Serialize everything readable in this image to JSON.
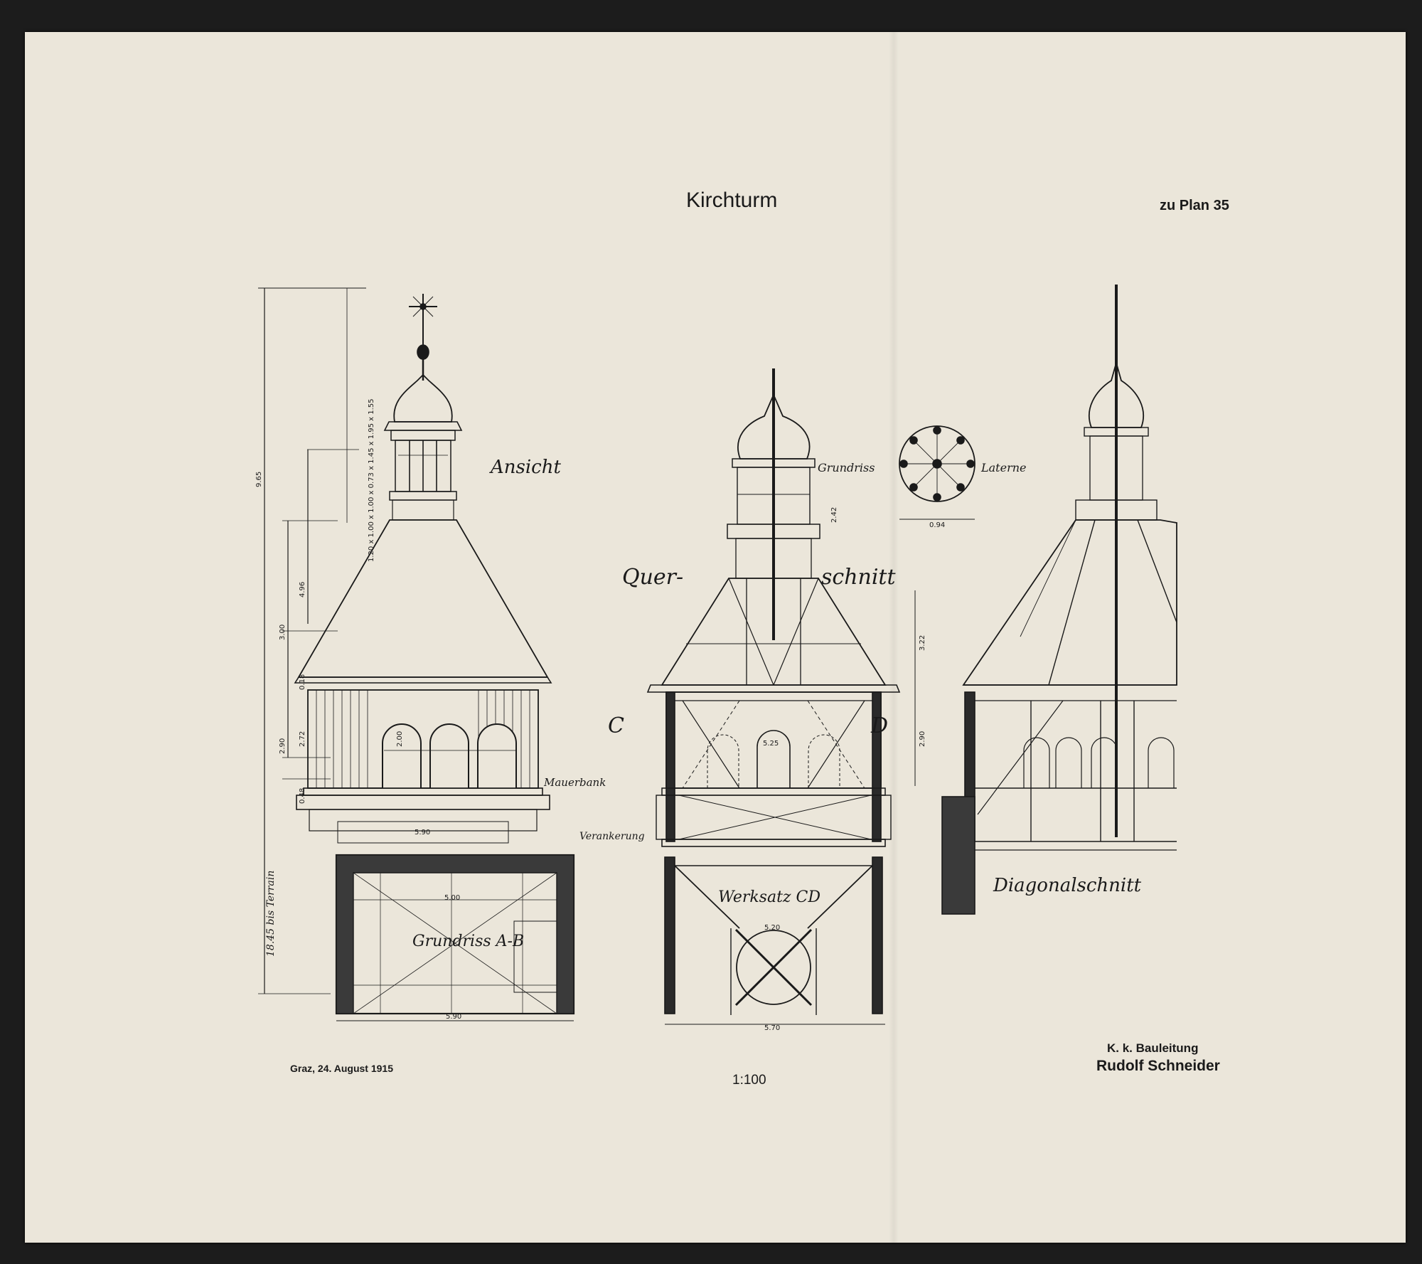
{
  "sheet": {
    "title": "Kirchturm",
    "plan_reference": "zu Plan 35",
    "place_date": "Graz, 24. August 1915",
    "scale": "1:100",
    "office": "K. k. Bauleitung",
    "signatory": "Rudolf Schneider"
  },
  "labels": {
    "view_ansicht": "Ansicht",
    "plan_ab": "Grundriss A-B",
    "quer_part1": "Quer-",
    "quer_part2": "schnitt",
    "grundriss_laterne_1": "Grundriss",
    "grundriss_laterne_2": "Laterne",
    "mauerbank": "Mauerbank",
    "verankerung": "Verankerung",
    "werksatz": "Werksatz CD",
    "diagonalschnitt": "Diagonalschnitt",
    "marker_c": "C",
    "marker_d": "D",
    "terrain_note": "18.45 bis Terrain"
  },
  "dimensions": {
    "total_height": "9.65",
    "roof_total": "4.96",
    "roof_rise": "3.00",
    "belfry_height": "2.90",
    "arch_height": "2.72",
    "arch_rise": "2.00",
    "eave_small": "0.18",
    "base_course": "0.48",
    "width_elevation": "5.90",
    "width_plan": "5.90",
    "plan_inner": "5.00",
    "width_section": "5.70",
    "laterne_width": "0.94",
    "werksatz_diameter": "5.20",
    "quer_roof": "3.22",
    "quer_belfry": "2.90",
    "quer_lantern": "2.42",
    "arch_span": "5.25",
    "timber_stack": "1.20 x 1.00 x 1.00 x 0.73 x 1.45 x 1.95 x 1.55"
  }
}
